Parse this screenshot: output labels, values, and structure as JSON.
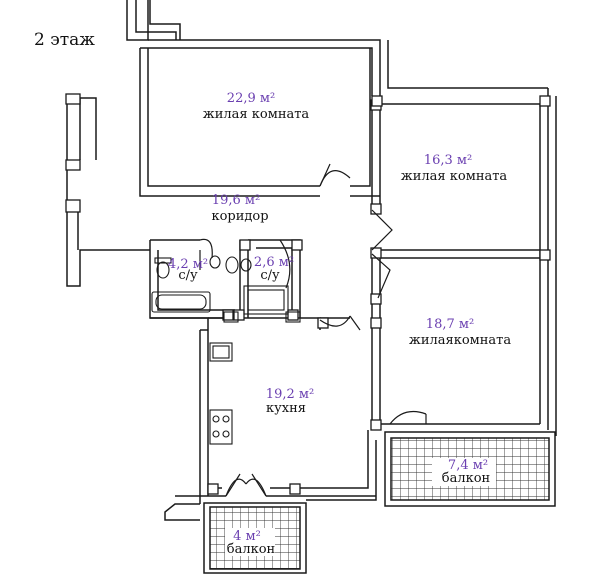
{
  "floor_title": "2 этаж",
  "colors": {
    "wall": "#1a1a1a",
    "area_text": "#6a3fb0",
    "label_text": "#111111",
    "balcony_hatch": "#333333"
  },
  "rooms": {
    "living1": {
      "area": "22,9 м²",
      "name": "жилая комната"
    },
    "living2": {
      "area": "16,3 м²",
      "name": "жилая комната"
    },
    "corridor": {
      "area": "19,6 м²",
      "name": "коридор"
    },
    "bath1": {
      "area": "4,2 м²",
      "name": "с/у"
    },
    "bath2": {
      "area": "2,6 м²",
      "name": "с/у"
    },
    "living3": {
      "area": "18,7 м²",
      "name": "жилаякомната"
    },
    "kitchen": {
      "area": "19,2 м²",
      "name": "кухня"
    },
    "balcony1": {
      "area": "7,4 м²",
      "name": "балкон"
    },
    "balcony2": {
      "area": "4 м²",
      "name": "балкон"
    }
  }
}
